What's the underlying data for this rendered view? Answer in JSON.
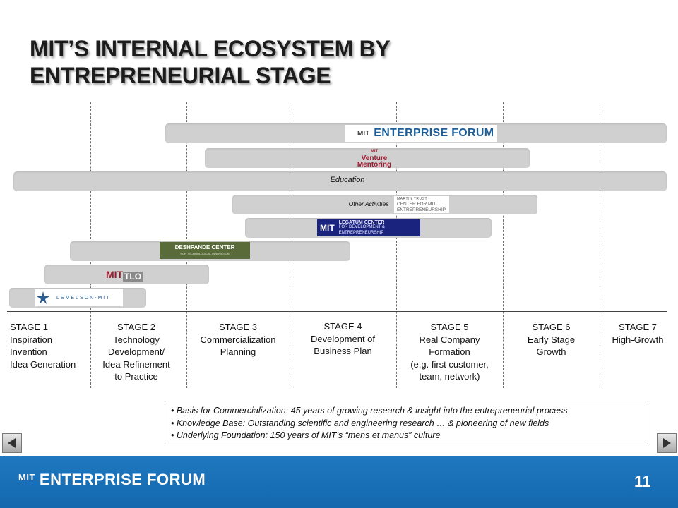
{
  "slide": {
    "title": "MIT’S INTERNAL ECOSYSTEM BY ENTREPRENEURIAL STAGE",
    "page_number": "11"
  },
  "bars": {
    "enterprise_forum": {
      "mark": "MIT",
      "name": "ENTERPRISE FORUM"
    },
    "venture_mentoring": {
      "line1": "MIT",
      "line2": "Venture",
      "line3": "Mentoring"
    },
    "education": {
      "label": "Education"
    },
    "other_activities": {
      "label": "Other Activities",
      "logo_line1": "MARTIN TRUST",
      "logo_line2": "CENTER FOR MIT",
      "logo_line3": "ENTREPRENEURSHIP"
    },
    "legatum": {
      "mark": "MIT",
      "line1": "LEGATUM CENTER",
      "line2": "FOR DEVELOPMENT &",
      "line3": "ENTREPRENEURSHIP"
    },
    "deshpande": {
      "name": "DESHPANDE CENTER",
      "sub": "FOR TECHNOLOGICAL INNOVATION"
    },
    "tlo": {
      "part1": "MIT",
      "part2": "TLO"
    },
    "lemelson": {
      "name": "LEMELSON-MIT"
    }
  },
  "stages": [
    {
      "name": "STAGE 1",
      "lines": [
        "Inspiration",
        "Invention",
        "Idea Generation"
      ]
    },
    {
      "name": "STAGE 2",
      "lines": [
        "Technology",
        "Development/",
        "Idea Refinement",
        "to Practice"
      ]
    },
    {
      "name": "STAGE 3",
      "lines": [
        "Commercialization",
        "Planning"
      ]
    },
    {
      "name": "STAGE 4",
      "lines": [
        "Development of",
        "Business Plan"
      ]
    },
    {
      "name": "STAGE 5",
      "lines": [
        "Real Company",
        "Formation",
        "(e.g. first customer,",
        "team, network)"
      ]
    },
    {
      "name": "STAGE 6",
      "lines": [
        "Early Stage",
        "Growth"
      ]
    },
    {
      "name": "STAGE 7",
      "lines": [
        "High-Growth"
      ]
    }
  ],
  "bullets": [
    "• Basis for Commercialization:  45 years of growing research & insight into the entrepreneurial process",
    "• Knowledge Base:  Outstanding scientific and engineering research … & pioneering of new fields",
    "• Underlying Foundation:  150 years of MIT’s “mens et manus” culture"
  ],
  "footer": {
    "mark": "MIT",
    "name": "ENTERPRISE FORUM"
  },
  "icons": {
    "prev": "triangle-left-icon",
    "next": "triangle-right-icon"
  },
  "colors": {
    "footer_blue": "#1a70b7",
    "bar_gray": "#d0d0d0",
    "forum_blue": "#1b5e9a",
    "tlo_red": "#9b1b30",
    "deshpande_green": "#5a6b3a",
    "legatum_navy": "#1a237e",
    "lemelson_blue": "#2b5f94"
  }
}
